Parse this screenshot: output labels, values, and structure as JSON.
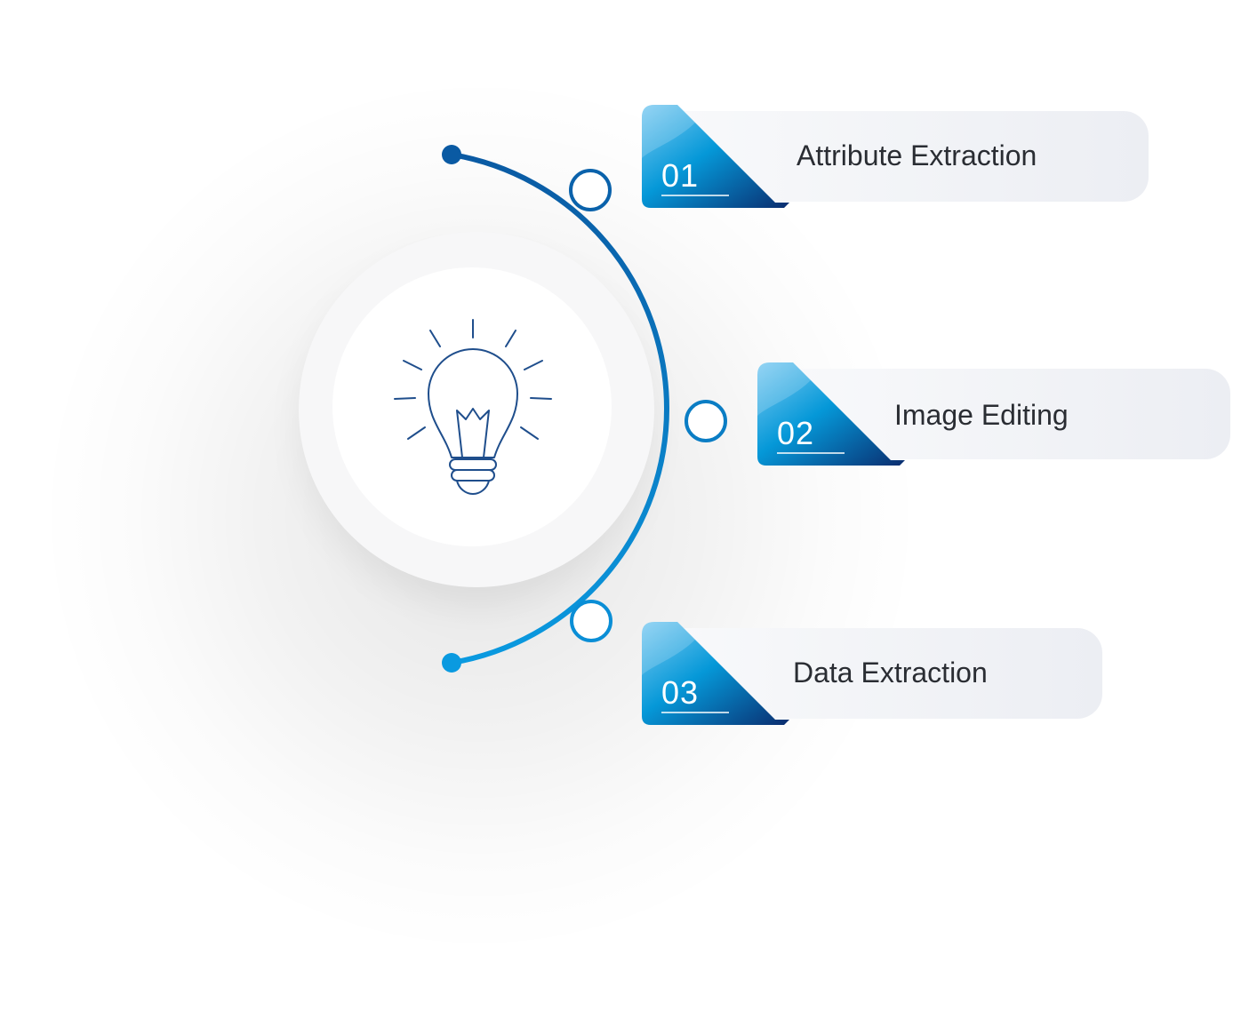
{
  "steps": [
    {
      "number": "01",
      "label": "Attribute Extraction"
    },
    {
      "number": "02",
      "label": "Image Editing"
    },
    {
      "number": "03",
      "label": "Data Extraction"
    }
  ],
  "icons": {
    "center": "lightbulb-icon"
  },
  "colors": {
    "arc_top": "#0a5aa3",
    "arc_bottom": "#0a9ae0",
    "badge_light": "#7dcbf2",
    "badge_mid": "#0598d8",
    "badge_dark": "#0a2c6e",
    "bulb_stroke": "#1f4e8c"
  }
}
